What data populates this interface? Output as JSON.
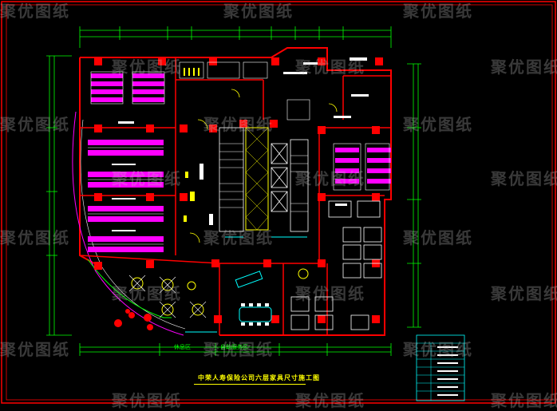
{
  "drawing": {
    "title": "中荣人寿保险公司六层家具尺寸施工图",
    "labels": {
      "zone_a": "休息区",
      "zone_b": "自助服务区"
    }
  },
  "watermark": {
    "text": "聚优图纸"
  },
  "colors": {
    "background": "#000000",
    "frame": "#ff0000",
    "dimension": "#00ff00",
    "wall": "#ff0000",
    "furniture": "#ff00ff",
    "fixture": "#ffffff",
    "accent": "#ffff00",
    "glass": "#00ffff"
  }
}
